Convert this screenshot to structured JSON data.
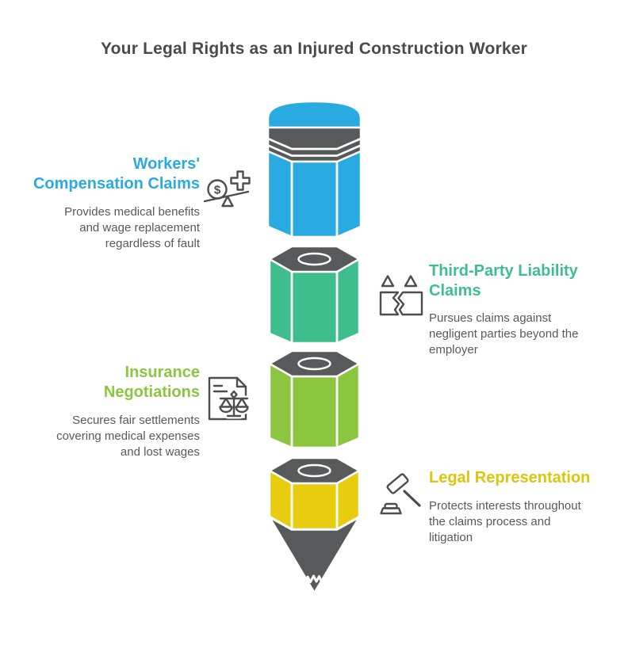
{
  "title": {
    "text": "Your Legal Rights as an Injured Construction Worker",
    "color": "#4A4A4C"
  },
  "text_color": "#58595B",
  "icon_style": {
    "stroke": "#4D4D4D",
    "dollar_glyph": "$"
  },
  "pencil": {
    "colors": {
      "blue": "#29ABE2",
      "green": "#3EBE8C",
      "lime": "#8CC63F",
      "yellow": "#E8CD0F",
      "gray": "#58595B"
    }
  },
  "sections": [
    {
      "id": "workers-compensation-claims",
      "side": "left",
      "accent": "#29ABE2",
      "icon": "money-balance-icon",
      "heading_lines": [
        "Workers'",
        "Compensation Claims"
      ],
      "desc_lines": [
        "Provides medical benefits",
        "and wage replacement",
        "regardless of fault"
      ]
    },
    {
      "id": "third-party-liability-claims",
      "side": "right",
      "accent": "#3EBE8C",
      "icon": "broken-pencil-icon",
      "heading_lines": [
        "Third-Party Liability",
        "Claims"
      ],
      "desc_lines": [
        "Pursues claims against",
        "negligent parties beyond the",
        "employer"
      ]
    },
    {
      "id": "insurance-negotiations",
      "side": "left",
      "accent": "#8CC63F",
      "icon": "document-scales-icon",
      "heading_lines": [
        "Insurance",
        "Negotiations"
      ],
      "desc_lines": [
        "Secures fair settlements",
        "covering medical expenses",
        "and lost wages"
      ]
    },
    {
      "id": "legal-representation",
      "side": "right",
      "accent": "#DCC60D",
      "icon": "gavel-icon",
      "heading_lines": [
        "Legal Representation"
      ],
      "desc_lines": [
        "Protects interests throughout",
        "the claims process and",
        "litigation"
      ]
    }
  ]
}
